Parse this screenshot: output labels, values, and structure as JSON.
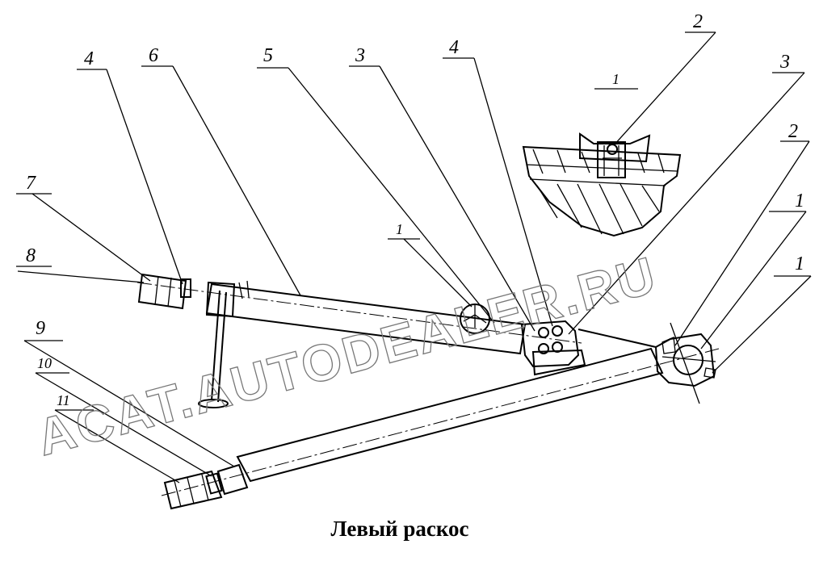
{
  "caption": "Левый раскос",
  "watermark": "ACAT.AUTODEALER.RU",
  "callouts": {
    "c2_top": "2",
    "c1_part": "1",
    "c4_left": "4",
    "c6": "6",
    "c5": "5",
    "c3_mid": "3",
    "c4_mid": "4",
    "c3_right": "3",
    "c2_right": "2",
    "c1_right_a": "1",
    "c1_right_b": "1",
    "c7": "7",
    "c8": "8",
    "c1_bubble": "1",
    "c9": "9",
    "c10": "10",
    "c11": "11"
  }
}
